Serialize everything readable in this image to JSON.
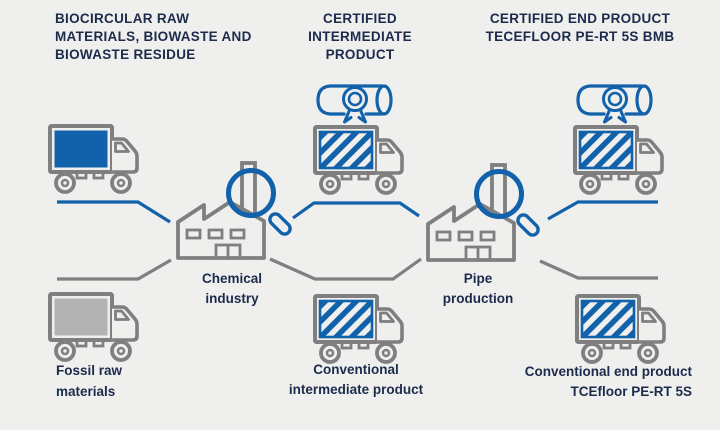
{
  "colors": {
    "background": "#efefee",
    "brand_blue": "#1261ab",
    "navy_text": "#1c2b4c",
    "outline_gray": "#7f7f7f",
    "gray_cargo_fill": "#b3b3b3"
  },
  "headers": {
    "left": {
      "lines": [
        "BIOCIRCULAR RAW",
        "MATERIALS, BIOWASTE AND",
        "BIOWASTE RESIDUE"
      ]
    },
    "center": {
      "lines": [
        "CERTIFIED",
        "INTERMEDIATE",
        "PRODUCT"
      ]
    },
    "right": {
      "lines": [
        "CERTIFIED END PRODUCT",
        "TECEFLOOR PE-RT 5S BMB"
      ]
    }
  },
  "nodes": {
    "chemical_industry": {
      "lines": [
        "Chemical",
        "industry"
      ]
    },
    "pipe_production": {
      "lines": [
        "Pipe",
        "production"
      ]
    },
    "fossil_raw": {
      "lines": [
        "Fossil raw",
        "materials"
      ]
    },
    "conventional_intermediate": {
      "lines": [
        "Conventional",
        "intermediate product"
      ]
    },
    "conventional_end": {
      "lines": [
        "Conventional end product",
        "TCEfloor PE-RT 5S"
      ]
    }
  },
  "icons": [
    {
      "name": "truck-biocircular-icon",
      "style": "solid blue cargo, gray outline"
    },
    {
      "name": "truck-fossil-icon",
      "style": "solid gray cargo, gray outline"
    },
    {
      "name": "truck-certified-intermediate-icon",
      "style": "blue diagonal-striped cargo"
    },
    {
      "name": "truck-conventional-intermediate-icon",
      "style": "blue diagonal-striped cargo"
    },
    {
      "name": "truck-certified-end-icon",
      "style": "blue diagonal-striped cargo"
    },
    {
      "name": "truck-conventional-end-icon",
      "style": "blue diagonal-striped cargo"
    },
    {
      "name": "certificate-scroll-icon",
      "style": "blue outline scroll with rosette ribbon"
    },
    {
      "name": "factory-icon",
      "style": "gray outline sawtooth factory with chimney"
    },
    {
      "name": "magnifier-icon",
      "style": "blue magnifying glass over chimney"
    }
  ]
}
